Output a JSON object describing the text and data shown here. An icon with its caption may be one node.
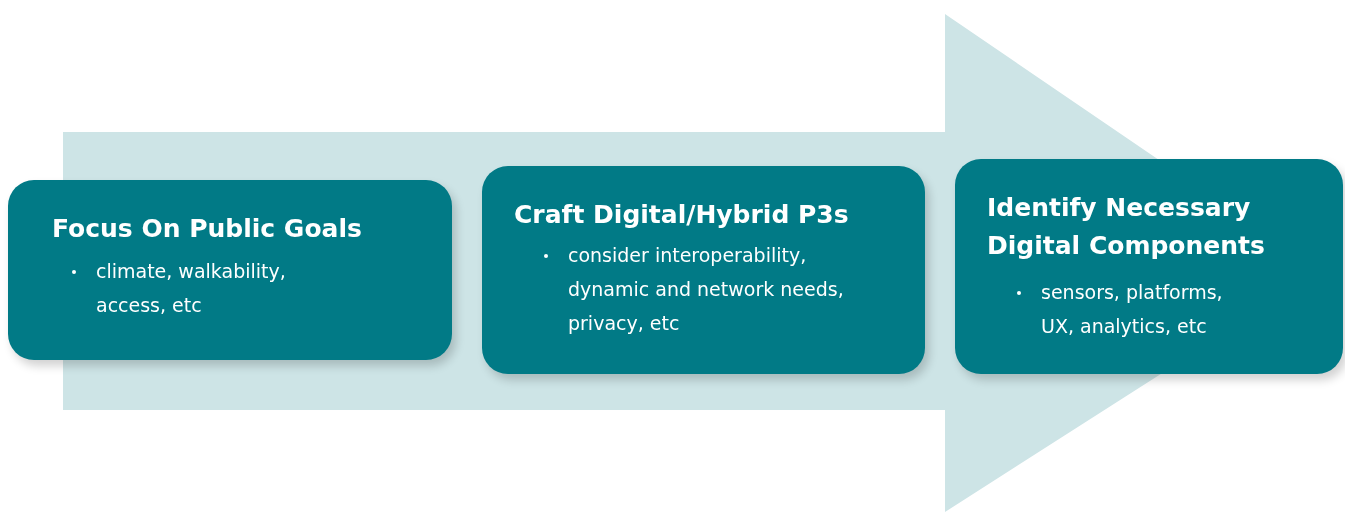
{
  "diagram": {
    "nodes": [
      {
        "text": [
          "Focus On Public Goals",
          "climate, walkability, access, etc"
        ]
      },
      {
        "text": [
          "Craft Digital/Hybrid P3s",
          "consider interoperability, dynamic and network needs, privacy, etc"
        ]
      },
      {
        "text": [
          "Identify Necessary Digital Components",
          "sensors, platforms, UX, analytics, etc"
        ]
      }
    ],
    "edges": [
      {
        "from": 0,
        "to": 2,
        "arrow": "to",
        "style": "thick"
      }
    ]
  }
}
